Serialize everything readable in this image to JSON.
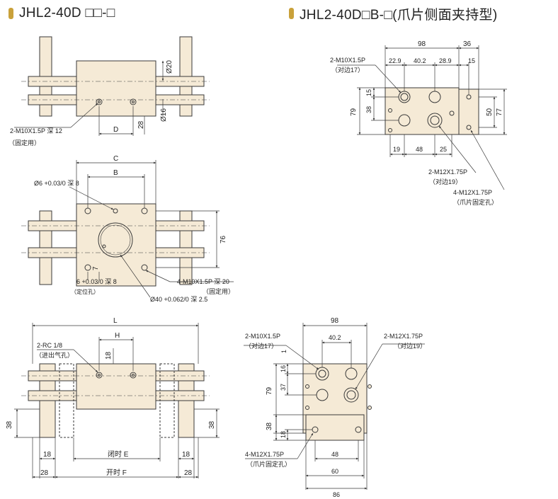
{
  "titles": {
    "left": "JHL2-40D □□-□",
    "right": "JHL2-40D□B-□(爪片侧面夹持型)"
  },
  "top_left": {
    "dim_20": "Ø20",
    "dim_16": "Ø16",
    "dim_28": "28",
    "dim_D": "D",
    "note_thread": "2-M10X1.5P 深 12",
    "note_use": "（固定用）"
  },
  "mid_left": {
    "dim_C": "C",
    "dim_B": "B",
    "dim_76": "76",
    "dim_7": "7",
    "note_hole6": "Ø6 +0.03/0 深 8",
    "note_pin": "6 +0.03/0 深 8",
    "note_pin_use": "（定位孔）",
    "note_m10": "4-M10X1.5P 深 20",
    "note_m10_use": "（固定用）",
    "note_bore": "Ø40 +0.062/0 深 2.5"
  },
  "bottom_left": {
    "dim_L": "L",
    "dim_H": "H",
    "dim_18v": "18",
    "dim_38l": "38",
    "dim_38r": "38",
    "dim_18l": "18",
    "dim_18r": "18",
    "dim_28l": "28",
    "dim_28r": "28",
    "dim_E": "闭时 E",
    "dim_F": "开时 F",
    "note_rc": "2-RC 1/8",
    "note_rc_use": "（进出气孔）"
  },
  "top_right": {
    "dim_98": "98",
    "dim_36": "36",
    "dim_229": "22.9",
    "dim_402": "40.2",
    "dim_289": "28.9",
    "dim_15t": "15",
    "dim_15v": "15",
    "dim_38v": "38",
    "dim_79": "79",
    "dim_50": "50",
    "dim_77": "77",
    "dim_19": "19",
    "dim_48": "48",
    "dim_25": "25",
    "note_m10": "2-M10X1.5P",
    "note_m10_sub": "（对边17）",
    "note_m12": "2-M12X1.75P",
    "note_m12_sub": "（对边19）",
    "note_m12b": "4-M12X1.75P",
    "note_m12b_sub": "（爪片固定孔）"
  },
  "bottom_right": {
    "dim_98": "98",
    "dim_402": "40.2",
    "dim_1": "1",
    "dim_16": "16",
    "dim_37": "37",
    "dim_79": "79",
    "dim_38": "38",
    "dim_18": "18",
    "dim_48": "48",
    "dim_60": "60",
    "dim_86": "86",
    "note_m10": "2-M10X1.5P",
    "note_m10_sub": "（对边17）",
    "note_m12": "2-M12X1.75P",
    "note_m12_sub": "（对边19）",
    "note_m12b": "4-M12X1.75P",
    "note_m12b_sub": "（爪片固定孔）"
  },
  "colors": {
    "body": "#f5ead6",
    "line": "#3a3a3a",
    "accent": "#c9a13a"
  }
}
